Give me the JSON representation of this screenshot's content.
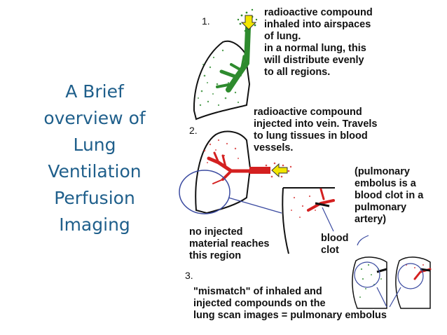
{
  "slide": {
    "title_lines": [
      "A Brief",
      "overview of",
      "Lung",
      "Ventilation",
      "Perfusion",
      "Imaging"
    ]
  },
  "diagram": {
    "step1": {
      "number": "1.",
      "lines": [
        "radioactive compound",
        "inhaled into airspaces",
        "of lung.",
        "in a normal lung, this",
        "will distribute evenly",
        "to all regions."
      ]
    },
    "step2": {
      "number": "2.",
      "lines": [
        "radioactive compound",
        "injected into vein. Travels",
        "to lung tissues in blood",
        "vessels."
      ]
    },
    "embolus_note": {
      "lines": [
        "(pulmonary",
        "embolus is a",
        "blood clot in a",
        "pulmonary",
        "artery)"
      ]
    },
    "no_injected_note": {
      "lines": [
        "no injected",
        "material reaches",
        "this region"
      ]
    },
    "blood_clot_label": {
      "lines": [
        "blood",
        "clot"
      ]
    },
    "step3": {
      "number": "3.",
      "lines": [
        "\"mismatch\" of inhaled and",
        "injected compounds on the",
        "lung scan images = pulmonary embolus"
      ]
    },
    "colors": {
      "ventilation": "#2e8b2e",
      "perfusion": "#d42020",
      "arrow": "#f2e600",
      "title": "#1f5f8b"
    }
  }
}
